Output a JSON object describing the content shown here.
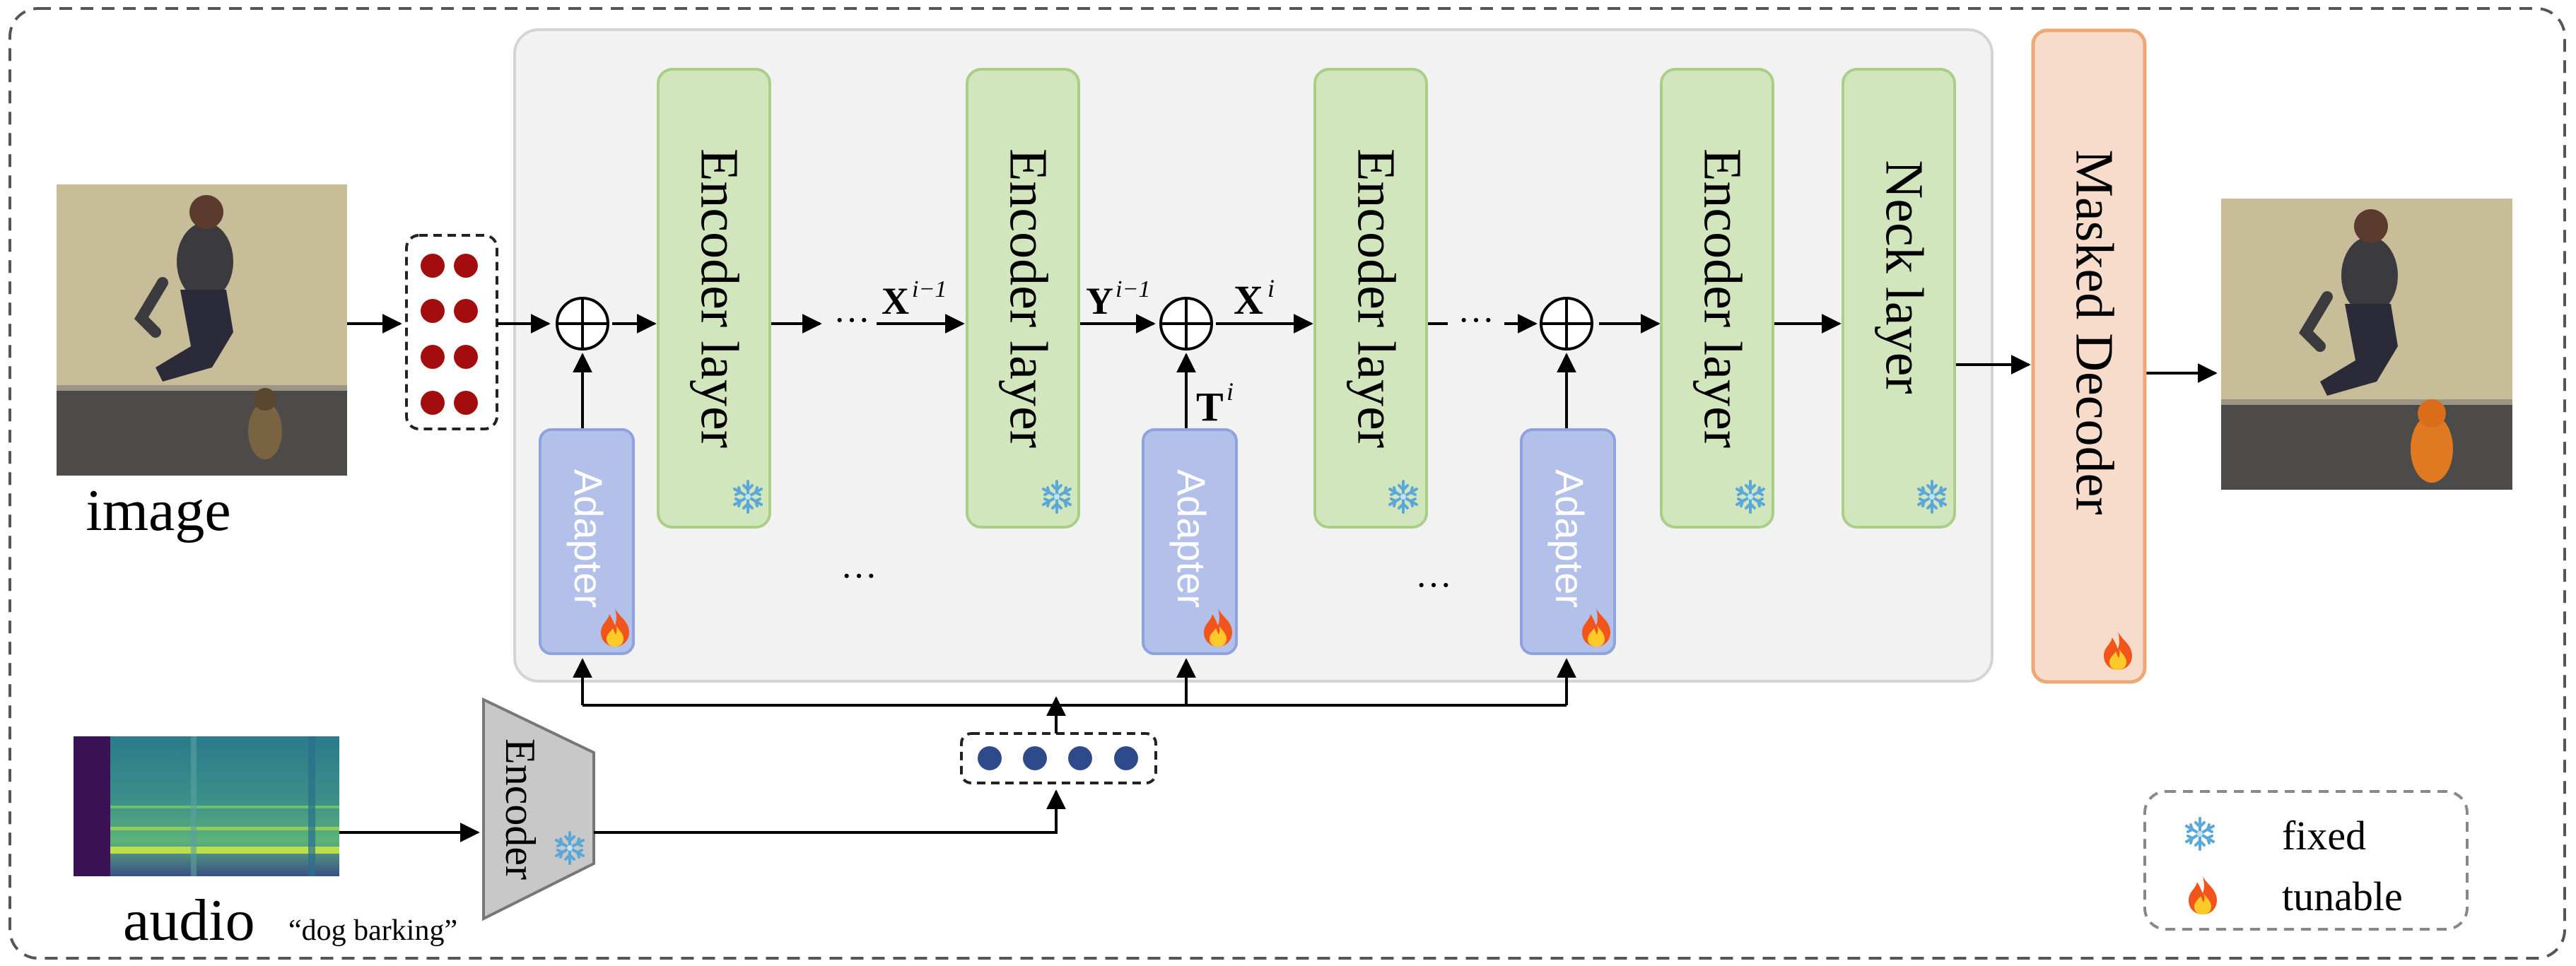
{
  "inputs": {
    "image_label": "image",
    "audio_label": "audio",
    "audio_caption": "“dog barking”"
  },
  "encoder_stack": {
    "layer_label": "Encoder layer",
    "neck_label": "Neck layer",
    "adapter_label": "Adapter",
    "ellipsis": "···",
    "symbols": {
      "x_prev_base": "X",
      "x_prev_sup": "i−1",
      "y_prev_base": "Y",
      "y_prev_sup": "i−1",
      "x_i_base": "X",
      "x_i_sup": "i",
      "t_i_base": "T",
      "t_i_sup": "i"
    }
  },
  "audio_encoder": {
    "label": "Encoder"
  },
  "decoder": {
    "label": "Masked Decoder"
  },
  "legend": {
    "fixed_label": "fixed",
    "tunable_label": "tunable",
    "fixed_icon": "snowflake-icon",
    "tunable_icon": "fire-icon"
  },
  "colors": {
    "encoder_fill": "#d2e6bd",
    "encoder_stroke": "#a9cf86",
    "adapter_fill": "#b3c1ea",
    "adapter_stroke": "#8ea2dd",
    "decoder_fill": "#f7dccb",
    "decoder_stroke": "#eda878",
    "panel_fill": "#f2f2f2",
    "panel_stroke": "#d4d4d4",
    "image_token": "#a30d0d",
    "audio_token": "#2f4a8a",
    "audio_encoder_fill": "#c8c8c8"
  }
}
